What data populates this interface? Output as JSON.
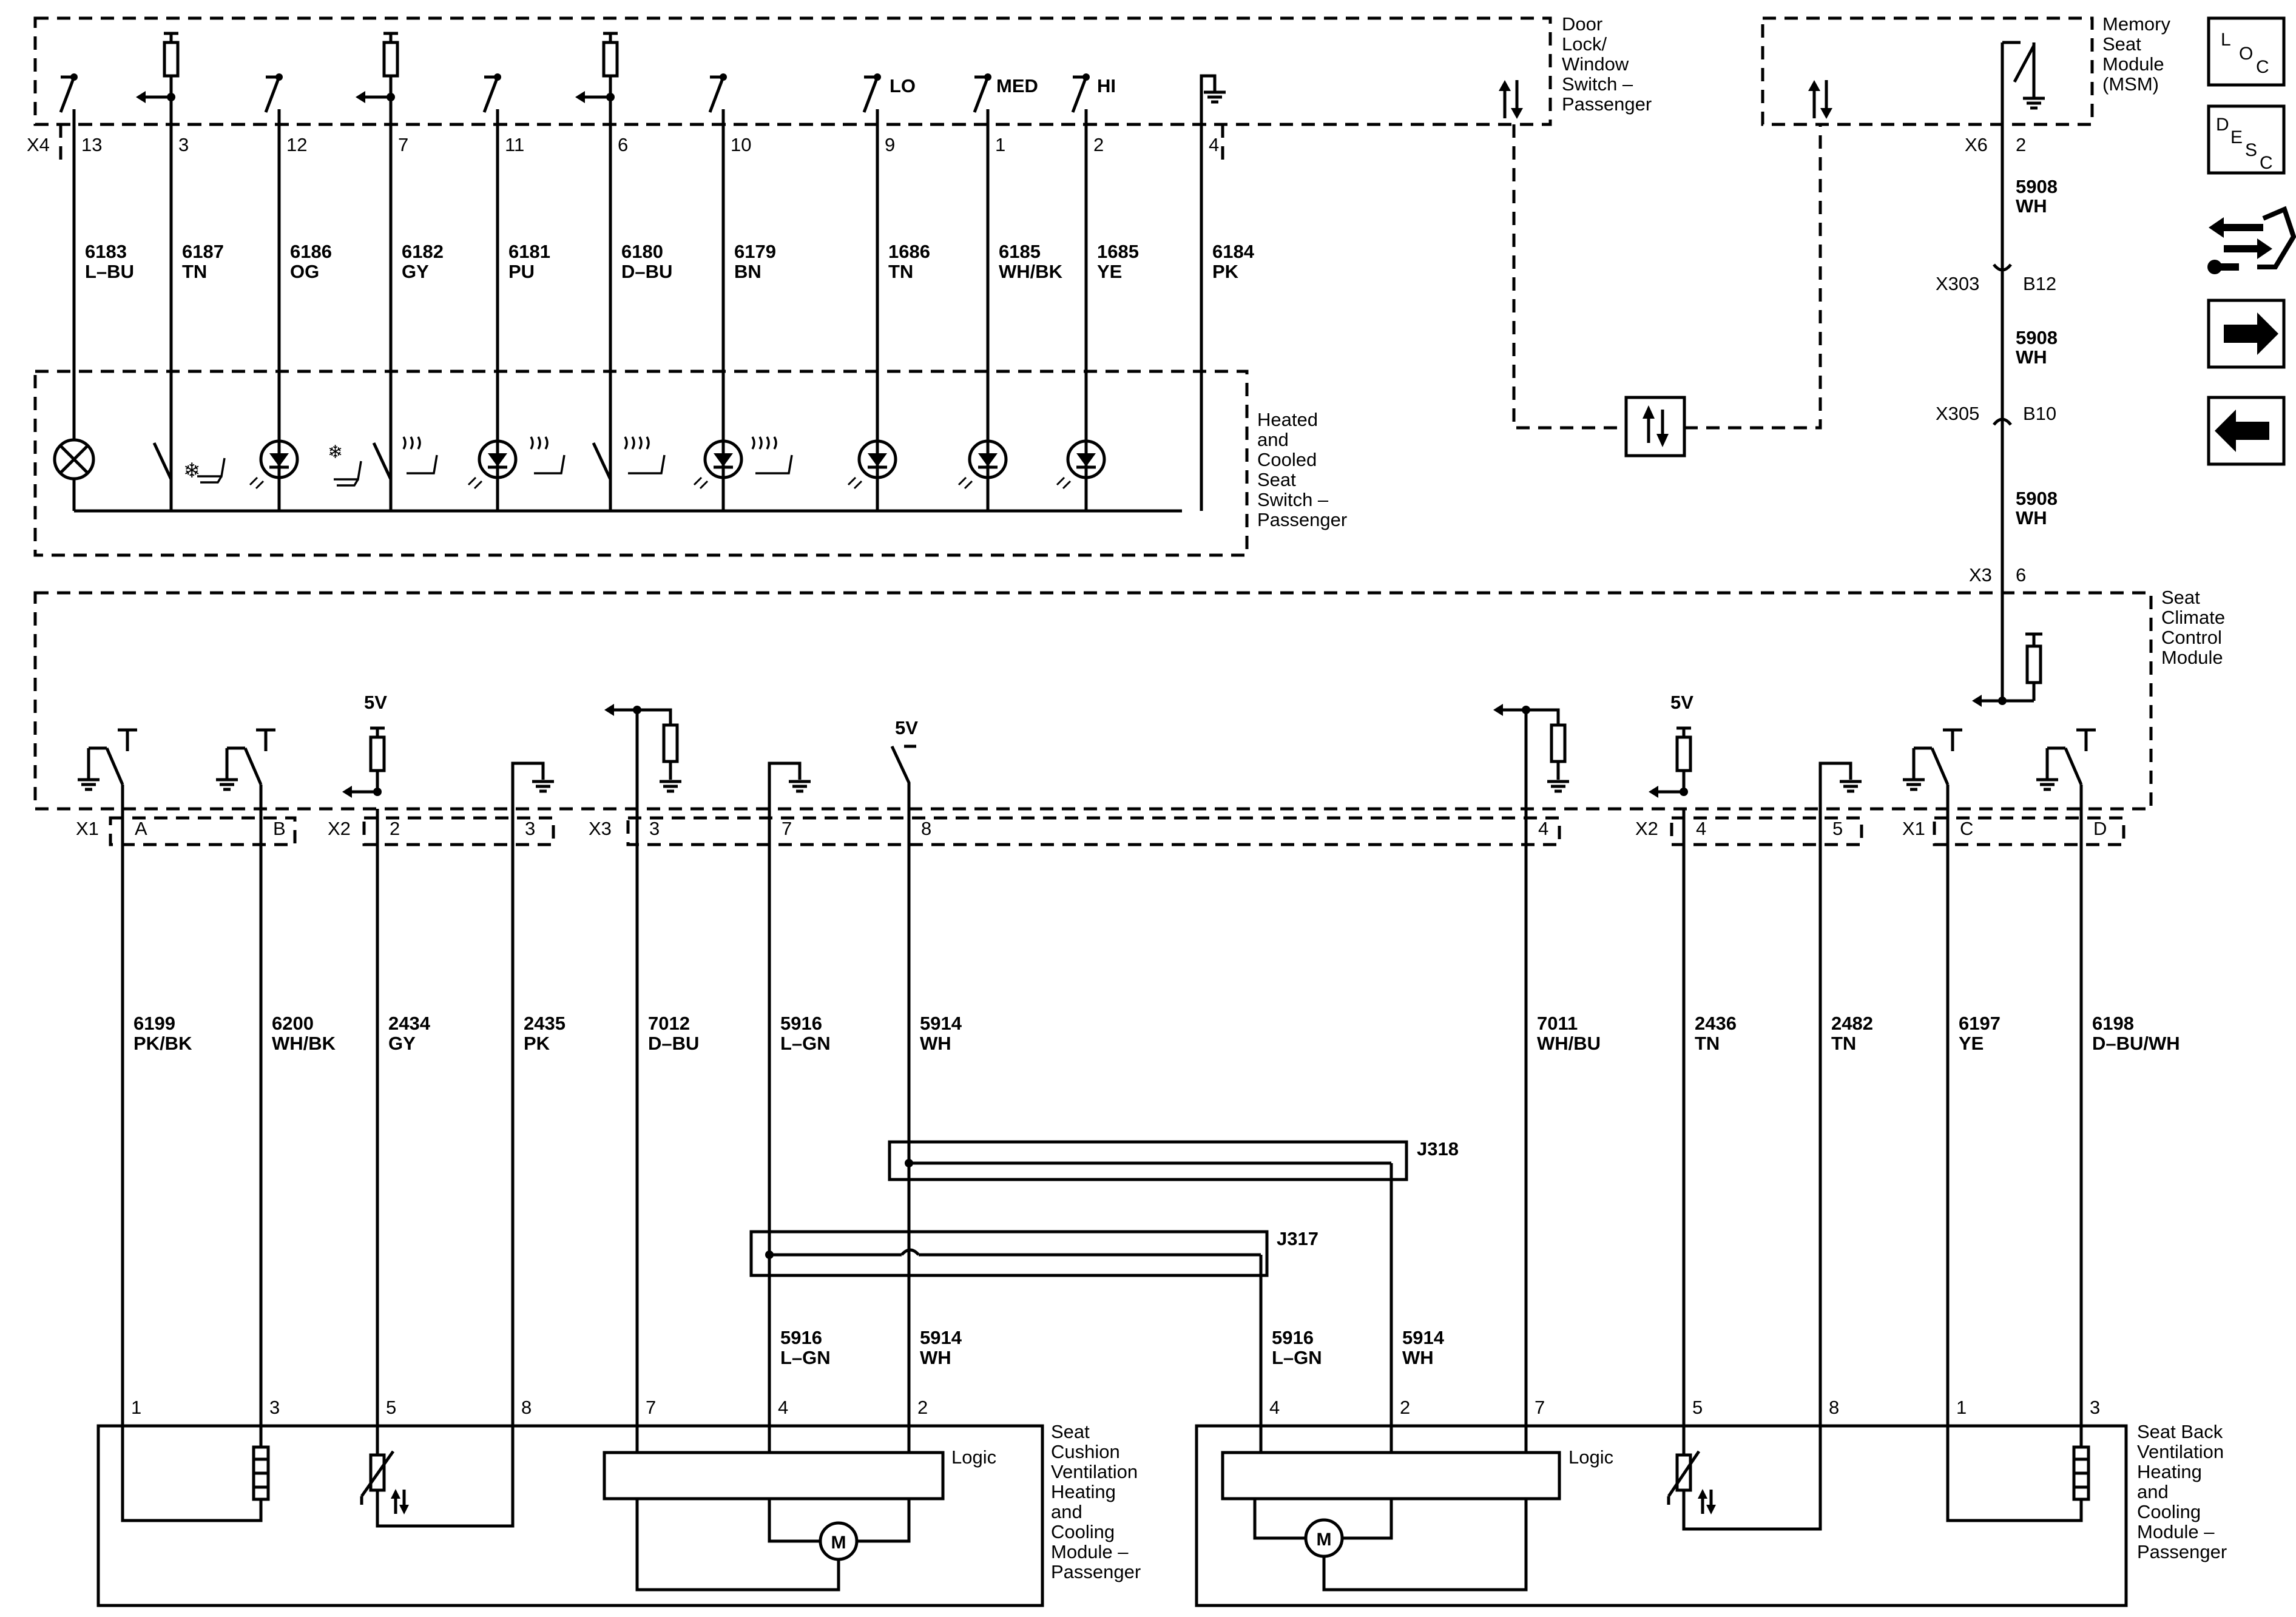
{
  "components": {
    "door_switch": [
      "Door",
      "Lock/",
      "Window",
      "Switch –",
      "Passenger"
    ],
    "msm": [
      "Memory",
      "Seat",
      "Module",
      "(MSM)"
    ],
    "heated_switch": [
      "Heated",
      "and",
      "Cooled",
      "Seat",
      "Switch –",
      "Passenger"
    ],
    "sccm": [
      "Seat",
      "Climate",
      "Control",
      "Module"
    ],
    "cushion": [
      "Seat",
      "Cushion",
      "Ventilation",
      "Heating",
      "and",
      "Cooling",
      "Module –",
      "Passenger"
    ],
    "back": [
      "Seat Back",
      "Ventilation",
      "Heating",
      "and",
      "Cooling",
      "Module –",
      "Passenger"
    ],
    "logic": "Logic",
    "motor": "M"
  },
  "top_connector": "X4",
  "top_circuits": [
    {
      "pin": "13",
      "circuit": "6183",
      "color": "L–BU"
    },
    {
      "pin": "3",
      "circuit": "6187",
      "color": "TN"
    },
    {
      "pin": "12",
      "circuit": "6186",
      "color": "OG"
    },
    {
      "pin": "7",
      "circuit": "6182",
      "color": "GY"
    },
    {
      "pin": "11",
      "circuit": "6181",
      "color": "PU"
    },
    {
      "pin": "6",
      "circuit": "6180",
      "color": "D–BU"
    },
    {
      "pin": "10",
      "circuit": "6179",
      "color": "BN"
    },
    {
      "pin": "9",
      "circuit": "1686",
      "color": "TN"
    },
    {
      "pin": "1",
      "circuit": "6185",
      "color": "WH/BK"
    },
    {
      "pin": "2",
      "circuit": "1685",
      "color": "YE"
    },
    {
      "pin": "4",
      "circuit": "6184",
      "color": "PK"
    }
  ],
  "speed_labels": [
    "LO",
    "MED",
    "HI"
  ],
  "msm_path": {
    "connector": "X6",
    "pin": "2",
    "segments": [
      {
        "circuit": "5908",
        "color": "WH"
      },
      {
        "circuit": "5908",
        "color": "WH"
      },
      {
        "circuit": "5908",
        "color": "WH"
      }
    ],
    "inline": [
      {
        "connector": "X303",
        "pin": "B12"
      },
      {
        "connector": "X305",
        "pin": "B10"
      }
    ],
    "sccm_connector": "X3",
    "sccm_pin": "6"
  },
  "sccm_connectors": {
    "left": [
      {
        "connector": "X1",
        "pins": [
          "A",
          "B"
        ]
      },
      {
        "connector": "X2",
        "pins": [
          "2",
          "3"
        ]
      },
      {
        "connector": "X3",
        "pins": [
          "3",
          "7",
          "8"
        ]
      }
    ],
    "right": [
      {
        "connector": "",
        "pins": [
          "4"
        ]
      },
      {
        "connector": "X2",
        "pins": [
          "4",
          "5"
        ]
      },
      {
        "connector": "X1",
        "pins": [
          "C",
          "D"
        ]
      }
    ]
  },
  "supply": [
    "5V",
    "5V",
    "5V"
  ],
  "bottom_circuits": [
    {
      "circuit": "6199",
      "color": "PK/BK"
    },
    {
      "circuit": "6200",
      "color": "WH/BK"
    },
    {
      "circuit": "2434",
      "color": "GY"
    },
    {
      "circuit": "2435",
      "color": "PK"
    },
    {
      "circuit": "7012",
      "color": "D–BU"
    },
    {
      "circuit": "5916",
      "color": "L–GN"
    },
    {
      "circuit": "5914",
      "color": "WH"
    },
    {
      "circuit": "7011",
      "color": "WH/BU"
    },
    {
      "circuit": "2436",
      "color": "TN"
    },
    {
      "circuit": "2482",
      "color": "TN"
    },
    {
      "circuit": "6197",
      "color": "YE"
    },
    {
      "circuit": "6198",
      "color": "D–BU/WH"
    }
  ],
  "splices": [
    "J318",
    "J317"
  ],
  "lower_circuits": [
    {
      "circuit": "5916",
      "color": "L–GN"
    },
    {
      "circuit": "5914",
      "color": "WH"
    },
    {
      "circuit": "5916",
      "color": "L–GN"
    },
    {
      "circuit": "5914",
      "color": "WH"
    }
  ],
  "cushion_pins": [
    "1",
    "3",
    "5",
    "8",
    "7",
    "4",
    "2"
  ],
  "back_pins": [
    "4",
    "2",
    "7",
    "5",
    "8",
    "1",
    "3"
  ],
  "nav_icons": [
    {
      "icon": "location-icon",
      "text": [
        "L",
        "O",
        "C"
      ]
    },
    {
      "icon": "description-icon",
      "text": [
        "D",
        "E",
        "S",
        "C"
      ]
    },
    {
      "icon": "connector-tool-icon"
    },
    {
      "icon": "arrow-right-icon"
    },
    {
      "icon": "arrow-left-icon"
    }
  ]
}
